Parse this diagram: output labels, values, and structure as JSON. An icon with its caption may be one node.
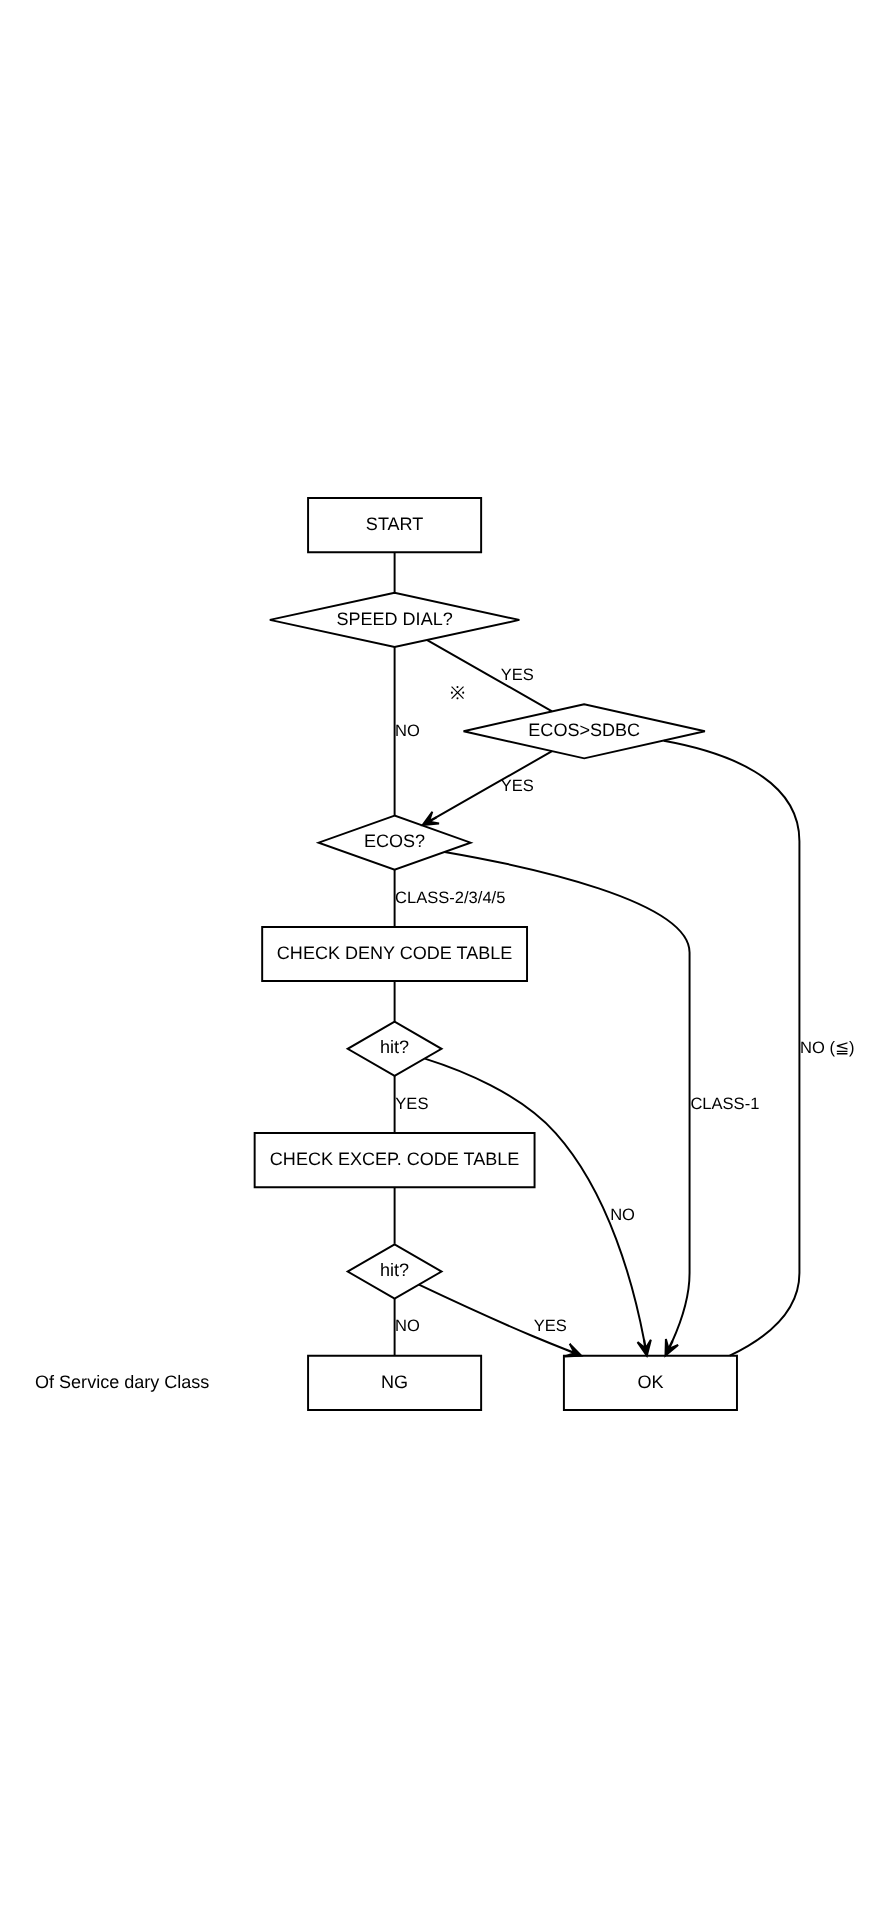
{
  "diagram": {
    "nodes": [
      {
        "text": [
          "START"
        ]
      },
      {
        "text": [
          "SPEED DIAL?"
        ]
      },
      {
        "text": [
          "ECOS>SDBC"
        ],
        "beside": [
          "※"
        ]
      },
      {
        "text": [
          "ECOS?"
        ]
      },
      {
        "text": [
          "CHECK DENY CODE TABLE"
        ]
      },
      {
        "text": [
          "hit?"
        ]
      },
      {
        "text": [
          "CHECK EXCEP. CODE TABLE"
        ]
      },
      {
        "text": [
          "hit?"
        ]
      },
      {
        "text": [
          "NG"
        ]
      },
      {
        "text": [
          "OK"
        ]
      }
    ],
    "edges": [
      {
        "from": 0,
        "to": 1,
        "arrow": "none"
      },
      {
        "from": 1,
        "to": 2,
        "label": "YES",
        "arrow": "none"
      },
      {
        "from": 1,
        "to": 3,
        "label": "NO",
        "arrow": "none"
      },
      {
        "from": 2,
        "to": 3,
        "label": "YES",
        "arrow": "to"
      },
      {
        "from": 2,
        "to": 9,
        "label": "NO (≦)",
        "arrow": "none"
      },
      {
        "from": 3,
        "to": 9,
        "label": "CLASS-1",
        "arrow": "to"
      },
      {
        "from": 3,
        "to": 4,
        "label": "CLASS-2/3/4/5",
        "arrow": "none"
      },
      {
        "from": 4,
        "to": 5,
        "arrow": "none"
      },
      {
        "from": 5,
        "to": 9,
        "label": "NO",
        "arrow": "to"
      },
      {
        "from": 5,
        "to": 6,
        "label": "YES",
        "arrow": "none"
      },
      {
        "from": 6,
        "to": 7,
        "arrow": "none"
      },
      {
        "from": 7,
        "to": 9,
        "label": "YES",
        "arrow": "to"
      },
      {
        "from": 7,
        "to": 8,
        "label": "NO",
        "arrow": "none"
      }
    ],
    "labels": [
      "Of Service dary Class"
    ]
  }
}
